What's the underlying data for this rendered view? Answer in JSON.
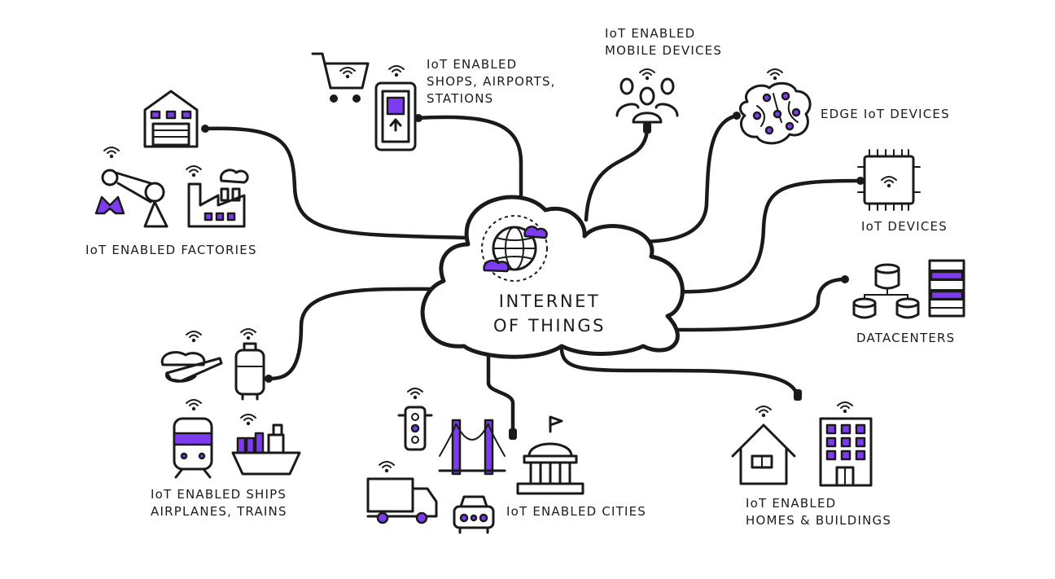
{
  "center": {
    "line1": "INTERNET",
    "line2": "OF THINGS"
  },
  "nodes": {
    "factories": {
      "label": "IoT ENABLED FACTORIES"
    },
    "shops": {
      "line1": "IoT ENABLED",
      "line2": "SHOPS, AIRPORTS,",
      "line3": "STATIONS"
    },
    "mobile": {
      "line1": "IoT ENABLED",
      "line2": "MOBILE DEVICES"
    },
    "edge": {
      "label": "EDGE IoT DEVICES"
    },
    "iot_devices": {
      "label": "IoT DEVICES"
    },
    "datacenters": {
      "label": "DATACENTERS"
    },
    "ships": {
      "line1": "IoT ENABLED SHIPS",
      "line2": "AIRPLANES, TRAINS"
    },
    "cities": {
      "label": "IoT ENABLED CITIES"
    },
    "homes": {
      "line1": "IoT ENABLED",
      "line2": "HOMES & BUILDINGS"
    }
  },
  "colors": {
    "accent": "#7d3cf0",
    "ink": "#1a1a1a",
    "background": "#ffffff"
  },
  "icons": [
    "cloud-icon",
    "globe-icon",
    "warehouse-icon",
    "robot-arm-icon",
    "factory-icon",
    "shopping-cart-icon",
    "tablet-icon",
    "people-icon",
    "brain-icon",
    "chip-icon",
    "database-icon",
    "server-rack-icon",
    "airplane-icon",
    "luggage-icon",
    "train-icon",
    "ship-icon",
    "traffic-light-icon",
    "bridge-icon",
    "city-hall-icon",
    "truck-icon",
    "car-icon",
    "house-icon",
    "office-building-icon",
    "wifi-icon"
  ]
}
